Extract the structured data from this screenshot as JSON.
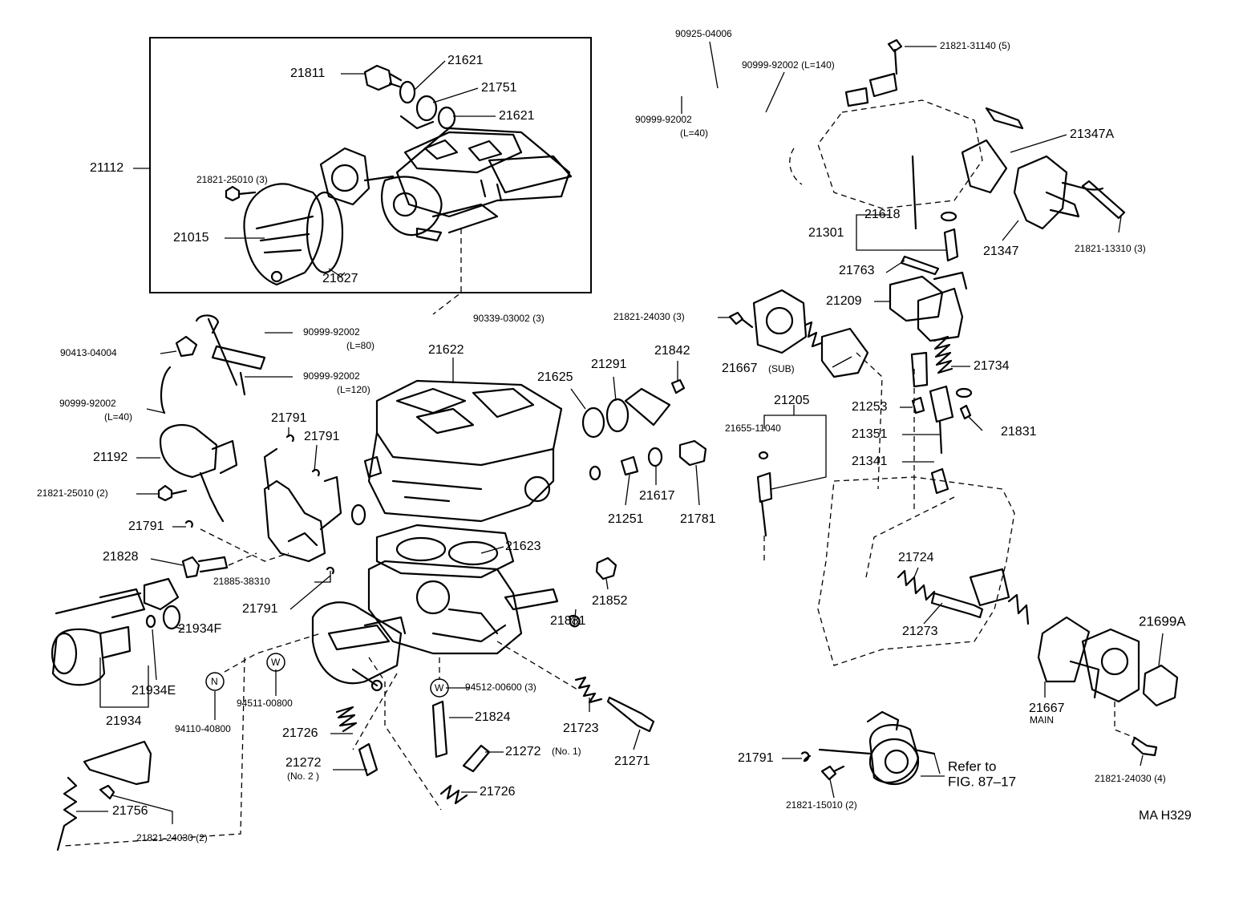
{
  "labels": {
    "p21811": "21811",
    "p21621a": "21621",
    "p21751": "21751",
    "p21621b": "21621",
    "p21112": "21112",
    "p21821_25010_3": "21821-25010 (3)",
    "p21015": "21015",
    "p21627": "21627",
    "p90339": "90339-03002 (3)",
    "p90925": "90925-04006",
    "p90999_140": "90999-92002 (L=140)",
    "p90999_40top": "90999-92002",
    "p90999_40top_l": "(L=40)",
    "p21821_31140": "21821-31140 (5)",
    "p21347A": "21347A",
    "p21618": "21618",
    "p21301": "21301",
    "p21347": "21347",
    "p21821_13310": "21821-13310 (3)",
    "p21763": "21763",
    "p21209": "21209",
    "p21821_24030_3": "21821-24030 (3)",
    "p21667sub": "21667",
    "p21667sub_tag": "(SUB)",
    "p21734": "21734",
    "p21253": "21253",
    "p21831": "21831",
    "p21351": "21351",
    "p21341": "21341",
    "p21205": "21205",
    "p21655": "21655-11040",
    "p90413": "90413-04004",
    "p90999_80": "90999-92002",
    "p90999_80_l": "(L=80)",
    "p90999_120": "90999-92002",
    "p90999_120_l": "(L=120)",
    "p90999_40left": "90999-92002",
    "p90999_40left_l": "(L=40)",
    "p21192": "21192",
    "p21821_25010_2": "21821-25010 (2)",
    "p21622": "21622",
    "p21625": "21625",
    "p21291": "21291",
    "p21842": "21842",
    "p21791a": "21791",
    "p21791b": "21791",
    "p21791c": "21791",
    "p21791d": "21791",
    "p21791e": "21791",
    "p21828": "21828",
    "p21885": "21885-38310",
    "p21251": "21251",
    "p21617": "21617",
    "p21781": "21781",
    "p21623": "21623",
    "p21852": "21852",
    "p21881": "21881",
    "p21724": "21724",
    "p21273": "21273",
    "p21699A": "21699A",
    "p21667main": "21667",
    "p21667main_tag": "MAIN",
    "p21934F": "21934F",
    "p21934E": "21934E",
    "p21934": "21934",
    "p94511": "94511-00800",
    "p94110": "94110-40800",
    "p94512": "94512-00600 (3)",
    "p21824": "21824",
    "p21723": "21723",
    "p21271": "21271",
    "p21726a": "21726",
    "p21726b": "21726",
    "p21272_no1": "21272",
    "p21272_no1_tag": "(No. 1)",
    "p21272_no2": "21272",
    "p21272_no2_tag": "(No. 2 )",
    "p21756": "21756",
    "p21821_24030_2": "21821-24030 (2)",
    "p21821_15010": "21821-15010 (2)",
    "p21821_24030_4": "21821-24030 (4)",
    "refer_line1": "Refer to",
    "refer_line2": "FIG. 87–17",
    "fig_code": "MA H329",
    "symbol_w1": "W",
    "symbol_w2": "W",
    "symbol_n": "N"
  }
}
